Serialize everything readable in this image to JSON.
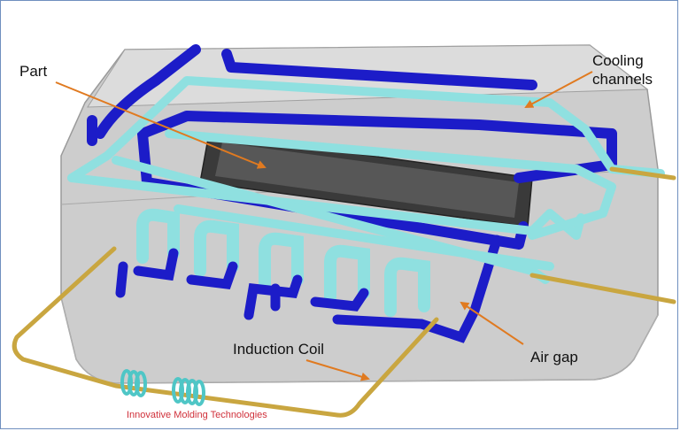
{
  "labels": {
    "part": "Part",
    "cooling_line1": "Cooling",
    "cooling_line2": "channels",
    "induction_coil": "Induction Coil",
    "air_gap": "Air gap"
  },
  "watermark": "Innovative Molding Technologies",
  "colors": {
    "mold_body": "#c9c9c9",
    "cavity": "#3a3a3a",
    "cooling_channel_blue": "#1c1cc8",
    "cooling_channel_cyan": "#8fe0e0",
    "coil_wire": "#c9a640",
    "coil_turns": "#4fc6c6",
    "arrow": "#e07a20",
    "frame": "#6f8fbf",
    "watermark": "#d0303a"
  }
}
